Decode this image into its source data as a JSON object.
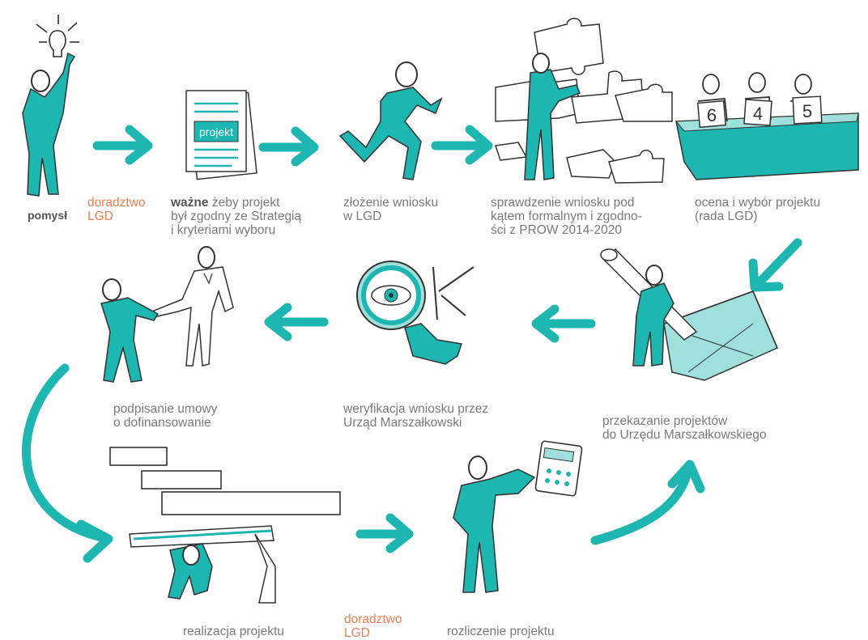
{
  "colors": {
    "teal": "#1eb6b0",
    "ink": "#333333",
    "paper": "#ffffff",
    "text": "#7a7a7a",
    "orange": "#ee7d4e"
  },
  "steps": [
    {
      "id": "idea",
      "label": "pomysł",
      "icon": "person-lightbulb-icon"
    },
    {
      "id": "advice1",
      "lines": [
        "doradztwo",
        "LGD"
      ]
    },
    {
      "id": "doc",
      "bold": "ważne",
      "lines": [
        " żeby projekt",
        "był zgodny ze Strategią",
        "i kryteriami wyboru"
      ],
      "doc_label": "projekt",
      "icon": "document-icon"
    },
    {
      "id": "submit",
      "lines": [
        "złożenie wniosku",
        "w LGD"
      ],
      "icon": "running-person-icon"
    },
    {
      "id": "check",
      "lines": [
        "sprawdzenie wniosku pod",
        "kątem formalnym i zgodno-",
        "ści z PROW 2014-2020"
      ],
      "icon": "puzzle-icon"
    },
    {
      "id": "jury",
      "lines": [
        "ocena i wybór projektu",
        "(rada LGD)"
      ],
      "scores": [
        "6",
        "4",
        "5"
      ],
      "icon": "jury-icon"
    },
    {
      "id": "transfer",
      "lines": [
        "przekazanie projektów",
        "do Urzędu Marszałkowskiego"
      ],
      "icon": "box-icon"
    },
    {
      "id": "verify",
      "lines": [
        "weryfikacja wniosku przez",
        "Urząd Marszałkowski"
      ],
      "icon": "magnifier-ok-icon"
    },
    {
      "id": "sign",
      "lines": [
        "podpisanie umowy",
        "o dofinansowanie"
      ],
      "icon": "handshake-icon"
    },
    {
      "id": "realize",
      "lines": [
        "realizacja projektu"
      ],
      "icon": "gantt-person-icon"
    },
    {
      "id": "advice2",
      "lines": [
        "doradztwo",
        "LGD"
      ]
    },
    {
      "id": "settle",
      "lines": [
        "rozliczenie projektu"
      ],
      "icon": "calculator-person-icon"
    }
  ]
}
